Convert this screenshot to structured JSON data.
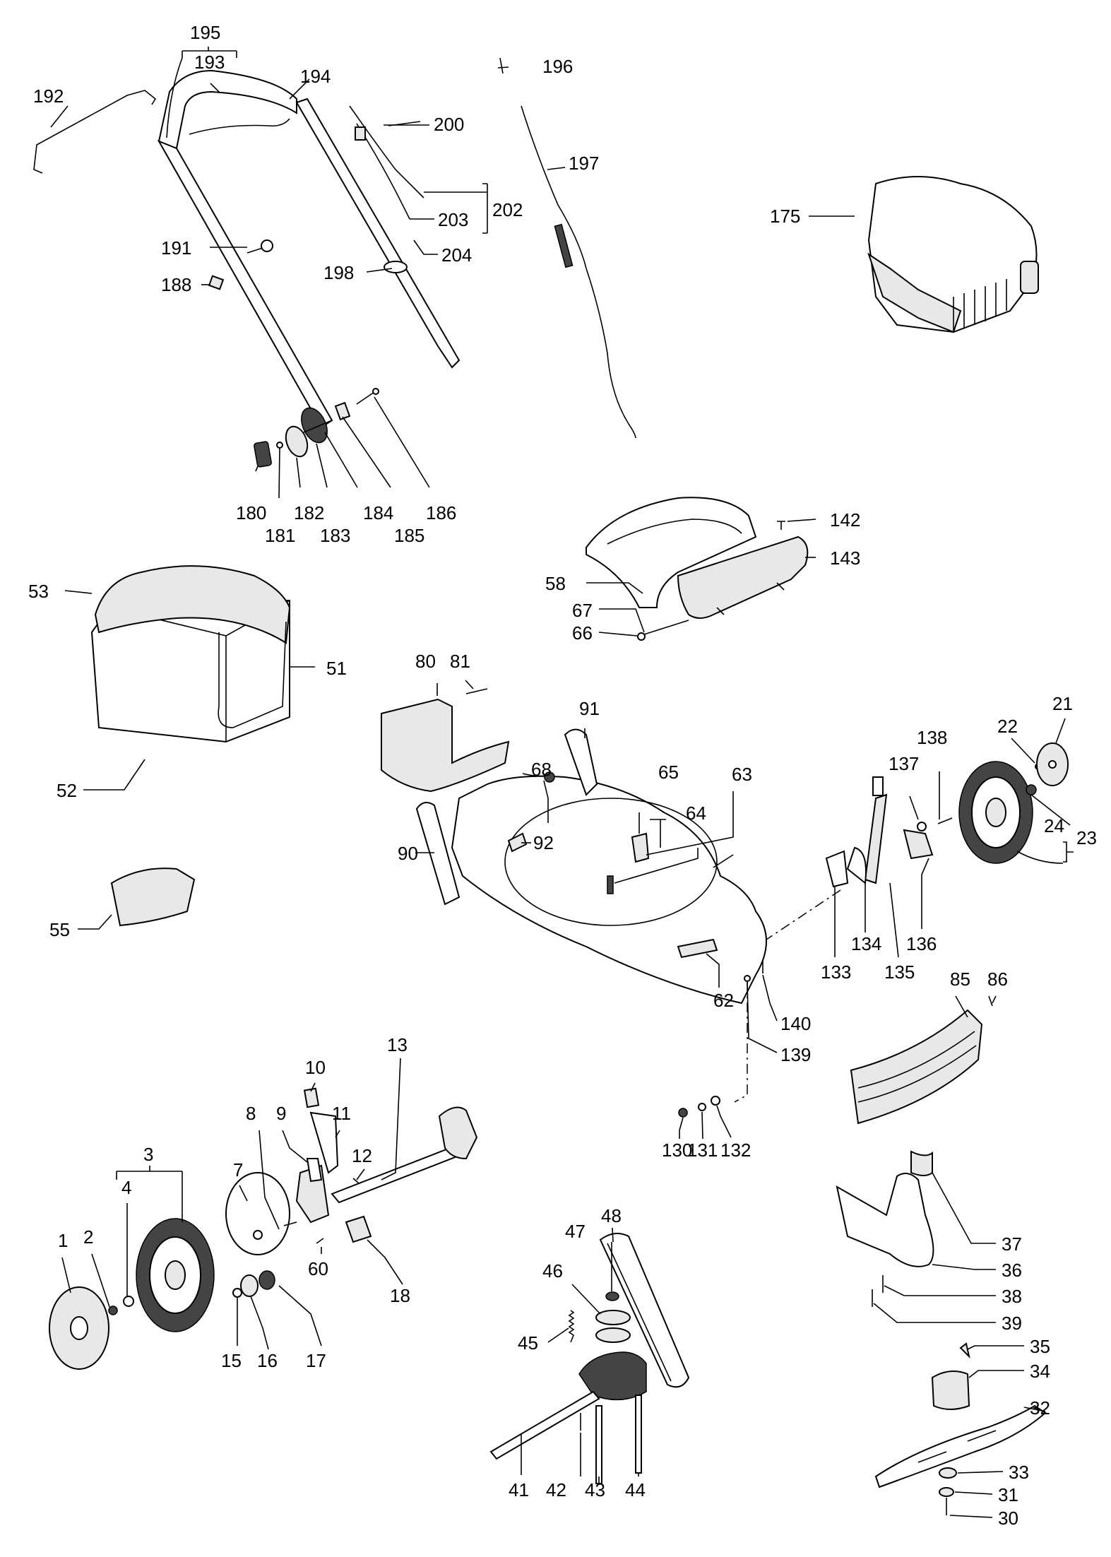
{
  "labels": {
    "l1": "1",
    "l2": "2",
    "l3": "3",
    "l4": "4",
    "l7": "7",
    "l8": "8",
    "l9": "9",
    "l10": "10",
    "l11": "11",
    "l12": "12",
    "l13": "13",
    "l15": "15",
    "l16": "16",
    "l17": "17",
    "l18": "18",
    "l21": "21",
    "l22": "22",
    "l23": "23",
    "l24": "24",
    "l30": "30",
    "l31": "31",
    "l32": "32",
    "l33": "33",
    "l34": "34",
    "l35": "35",
    "l36": "36",
    "l37": "37",
    "l38": "38",
    "l39": "39",
    "l41": "41",
    "l42": "42",
    "l43": "43",
    "l44": "44",
    "l45": "45",
    "l46": "46",
    "l47": "47",
    "l48": "48",
    "l51": "51",
    "l52": "52",
    "l53": "53",
    "l55": "55",
    "l58": "58",
    "l60": "60",
    "l62": "62",
    "l63": "63",
    "l64": "64",
    "l65": "65",
    "l66": "66",
    "l67": "67",
    "l68": "68",
    "l80": "80",
    "l81": "81",
    "l85": "85",
    "l86": "86",
    "l90": "90",
    "l91": "91",
    "l92": "92",
    "l130": "130",
    "l131": "131",
    "l132": "132",
    "l133": "133",
    "l134": "134",
    "l135": "135",
    "l136": "136",
    "l137": "137",
    "l138": "138",
    "l139": "139",
    "l140": "140",
    "l142": "142",
    "l143": "143",
    "l175": "175",
    "l180": "180",
    "l181": "181",
    "l182": "182",
    "l183": "183",
    "l184": "184",
    "l185": "185",
    "l186": "186",
    "l188": "188",
    "l191": "191",
    "l192": "192",
    "l193": "193",
    "l194": "194",
    "l195": "195",
    "l196": "196",
    "l197": "197",
    "l198": "198",
    "l200": "200",
    "l202": "202",
    "l203": "203",
    "l204": "204"
  }
}
